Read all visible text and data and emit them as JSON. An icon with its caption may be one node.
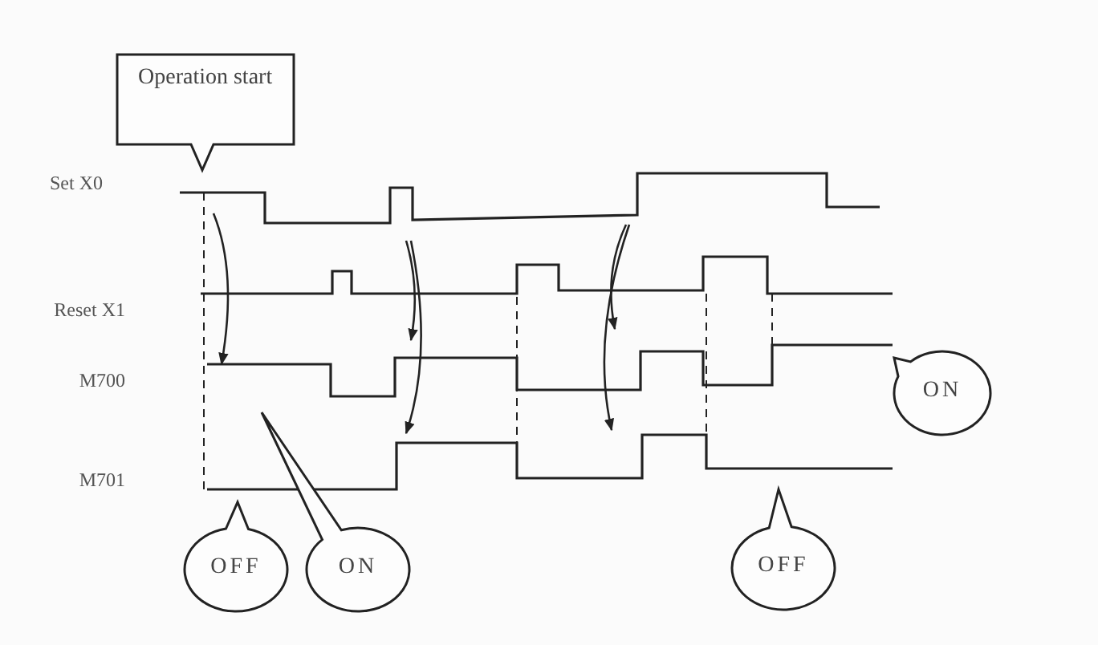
{
  "diagram": {
    "nodes": [
      {
        "text": [
          "Operation start"
        ]
      },
      {
        "text": [
          "OFF"
        ]
      },
      {
        "text": [
          "ON"
        ]
      },
      {
        "text": [
          "ON"
        ]
      },
      {
        "text": [
          "OFF"
        ]
      }
    ],
    "labels": [
      "Set X0",
      "Reset X1",
      "M700",
      "M701"
    ]
  }
}
